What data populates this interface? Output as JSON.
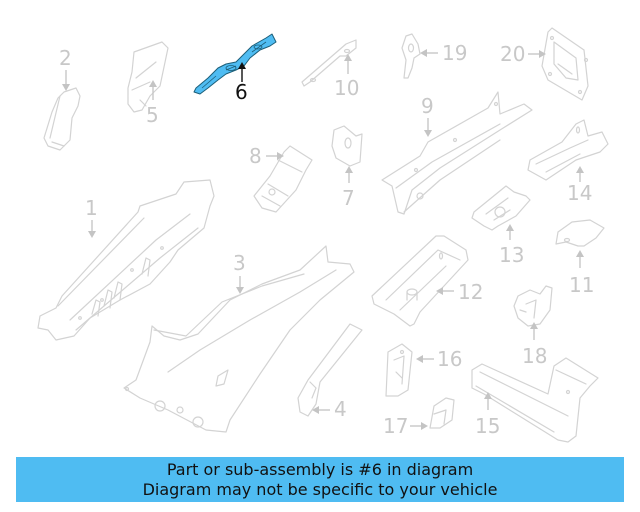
{
  "diagram": {
    "highlighted_part": "6",
    "highlight_color": "#4fbcf2",
    "line_color": "#d3d3d3",
    "callouts": [
      {
        "id": "1",
        "label": "1"
      },
      {
        "id": "2",
        "label": "2"
      },
      {
        "id": "3",
        "label": "3"
      },
      {
        "id": "4",
        "label": "4"
      },
      {
        "id": "5",
        "label": "5"
      },
      {
        "id": "6",
        "label": "6"
      },
      {
        "id": "7",
        "label": "7"
      },
      {
        "id": "8",
        "label": "8"
      },
      {
        "id": "9",
        "label": "9"
      },
      {
        "id": "10",
        "label": "10"
      },
      {
        "id": "11",
        "label": "11"
      },
      {
        "id": "12",
        "label": "12"
      },
      {
        "id": "13",
        "label": "13"
      },
      {
        "id": "14",
        "label": "14"
      },
      {
        "id": "15",
        "label": "15"
      },
      {
        "id": "16",
        "label": "16"
      },
      {
        "id": "17",
        "label": "17"
      },
      {
        "id": "18",
        "label": "18"
      },
      {
        "id": "19",
        "label": "19"
      },
      {
        "id": "20",
        "label": "20"
      }
    ]
  },
  "banner": {
    "line1": "Part or sub-assembly is #6 in diagram",
    "line2": "Diagram may not be specific to your vehicle",
    "color": "#4fbcf2"
  }
}
